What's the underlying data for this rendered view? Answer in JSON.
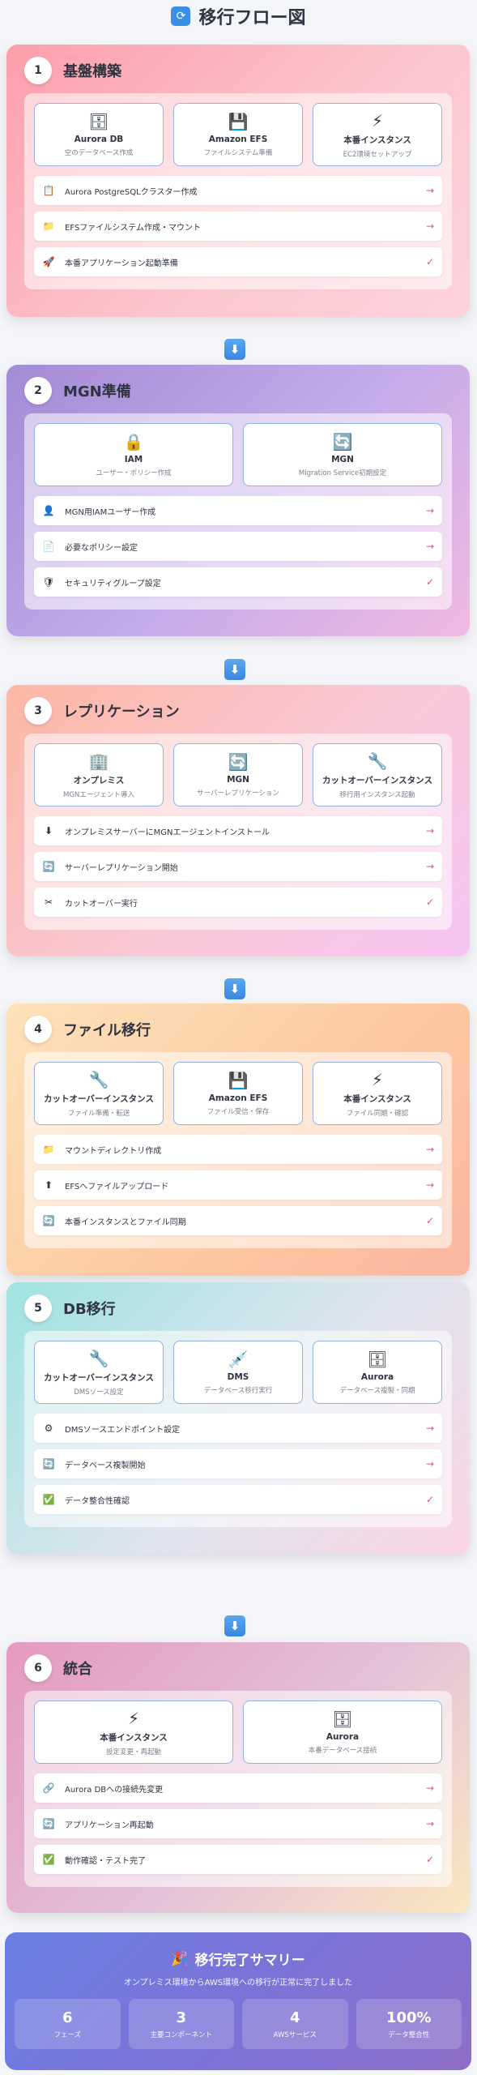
{
  "title": {
    "icon": "refresh-icon",
    "text": "移行フロー図"
  },
  "sections": [
    {
      "number": "1",
      "title": "基盤構築",
      "cards": [
        {
          "icon": "database-icon",
          "glyph": "🗄",
          "name": "Aurora DB",
          "sub": "空のデータベース作成"
        },
        {
          "icon": "floppy-icon",
          "glyph": "💾",
          "name": "Amazon EFS",
          "sub": "ファイルシステム準備"
        },
        {
          "icon": "lightning-icon",
          "glyph": "⚡",
          "name": "本番インスタンス",
          "sub": "EC2環境セットアップ"
        }
      ],
      "steps": [
        {
          "icon": "clipboard-icon",
          "glyph": "📋",
          "text": "Aurora PostgreSQLクラスター作成",
          "mark": "→"
        },
        {
          "icon": "folder-icon",
          "glyph": "📁",
          "text": "EFSファイルシステム作成・マウント",
          "mark": "→"
        },
        {
          "icon": "rocket-icon",
          "glyph": "🚀",
          "text": "本番アプリケーション起動準備",
          "mark": "✓"
        }
      ]
    },
    {
      "number": "2",
      "title": "MGN準備",
      "cards": [
        {
          "icon": "lock-icon",
          "glyph": "🔒",
          "name": "IAM",
          "sub": "ユーザー・ポリシー作成"
        },
        {
          "icon": "refresh-icon",
          "glyph": "🔄",
          "name": "MGN",
          "sub": "Migration Service初期設定"
        }
      ],
      "steps": [
        {
          "icon": "user-icon",
          "glyph": "👤",
          "text": "MGN用IAMユーザー作成",
          "mark": "→"
        },
        {
          "icon": "document-icon",
          "glyph": "📄",
          "text": "必要なポリシー設定",
          "mark": "→"
        },
        {
          "icon": "shield-icon",
          "glyph": "🛡",
          "text": "セキュリティグループ設定",
          "mark": "✓"
        }
      ]
    },
    {
      "number": "3",
      "title": "レプリケーション",
      "cards": [
        {
          "icon": "building-icon",
          "glyph": "🏢",
          "name": "オンプレミス",
          "sub": "MGNエージェント導入"
        },
        {
          "icon": "refresh-icon",
          "glyph": "🔄",
          "name": "MGN",
          "sub": "サーバーレプリケーション"
        },
        {
          "icon": "wrench-icon",
          "glyph": "🔧",
          "name": "カットオーバーインスタンス",
          "sub": "移行用インスタンス起動"
        }
      ],
      "steps": [
        {
          "icon": "download-icon",
          "glyph": "⬇",
          "text": "オンプレミスサーバーにMGNエージェントインストール",
          "mark": "→"
        },
        {
          "icon": "refresh-icon",
          "glyph": "🔄",
          "text": "サーバーレプリケーション開始",
          "mark": "→"
        },
        {
          "icon": "scissors-icon",
          "glyph": "✂",
          "text": "カットオーバー実行",
          "mark": "✓"
        }
      ]
    },
    {
      "number": "4",
      "title": "ファイル移行",
      "cards": [
        {
          "icon": "wrench-icon",
          "glyph": "🔧",
          "name": "カットオーバーインスタンス",
          "sub": "ファイル準備・転送"
        },
        {
          "icon": "floppy-icon",
          "glyph": "💾",
          "name": "Amazon EFS",
          "sub": "ファイル受信・保存"
        },
        {
          "icon": "lightning-icon",
          "glyph": "⚡",
          "name": "本番インスタンス",
          "sub": "ファイル同期・確認"
        }
      ],
      "steps": [
        {
          "icon": "folder-icon",
          "glyph": "📁",
          "text": "マウントディレクトリ作成",
          "mark": "→"
        },
        {
          "icon": "upload-icon",
          "glyph": "⬆",
          "text": "EFSへファイルアップロード",
          "mark": "→"
        },
        {
          "icon": "refresh-icon",
          "glyph": "🔄",
          "text": "本番インスタンスとファイル同期",
          "mark": "✓"
        }
      ]
    },
    {
      "number": "5",
      "title": "DB移行",
      "cards": [
        {
          "icon": "wrench-icon",
          "glyph": "🔧",
          "name": "カットオーバーインスタンス",
          "sub": "DMSソース設定"
        },
        {
          "icon": "syringe-icon",
          "glyph": "💉",
          "name": "DMS",
          "sub": "データベース移行実行"
        },
        {
          "icon": "database-icon",
          "glyph": "🗄",
          "name": "Aurora",
          "sub": "データベース複製・同期"
        }
      ],
      "steps": [
        {
          "icon": "gear-icon",
          "glyph": "⚙",
          "text": "DMSソースエンドポイント設定",
          "mark": "→"
        },
        {
          "icon": "refresh-icon",
          "glyph": "🔄",
          "text": "データベース複製開始",
          "mark": "→"
        },
        {
          "icon": "check-icon",
          "glyph": "✅",
          "text": "データ整合性確認",
          "mark": "✓"
        }
      ]
    },
    {
      "number": "6",
      "title": "統合",
      "cards": [
        {
          "icon": "lightning-icon",
          "glyph": "⚡",
          "name": "本番インスタンス",
          "sub": "設定変更・再起動"
        },
        {
          "icon": "database-icon",
          "glyph": "🗄",
          "name": "Aurora",
          "sub": "本番データベース接続"
        }
      ],
      "steps": [
        {
          "icon": "link-icon",
          "glyph": "🔗",
          "text": "Aurora DBへの接続先変更",
          "mark": "→"
        },
        {
          "icon": "refresh-icon",
          "glyph": "🔄",
          "text": "アプリケーション再起動",
          "mark": "→"
        },
        {
          "icon": "check-icon",
          "glyph": "✅",
          "text": "動作確認・テスト完了",
          "mark": "✓"
        }
      ]
    }
  ],
  "arrow_glyph": "⬇",
  "summary": {
    "icon": "party-icon",
    "glyph": "🎉",
    "title": "移行完了サマリー",
    "subtitle": "オンプレミス環境からAWS環境への移行が正常に完了しました",
    "stats": [
      {
        "value": "6",
        "label": "フェーズ"
      },
      {
        "value": "3",
        "label": "主要コンポーネント"
      },
      {
        "value": "4",
        "label": "AWSサービス"
      },
      {
        "value": "100%",
        "label": "データ整合性"
      }
    ]
  },
  "colors": {
    "accent": "#3a8ee6",
    "card_border": "#8fb1e3",
    "mark": "#e0566f"
  }
}
